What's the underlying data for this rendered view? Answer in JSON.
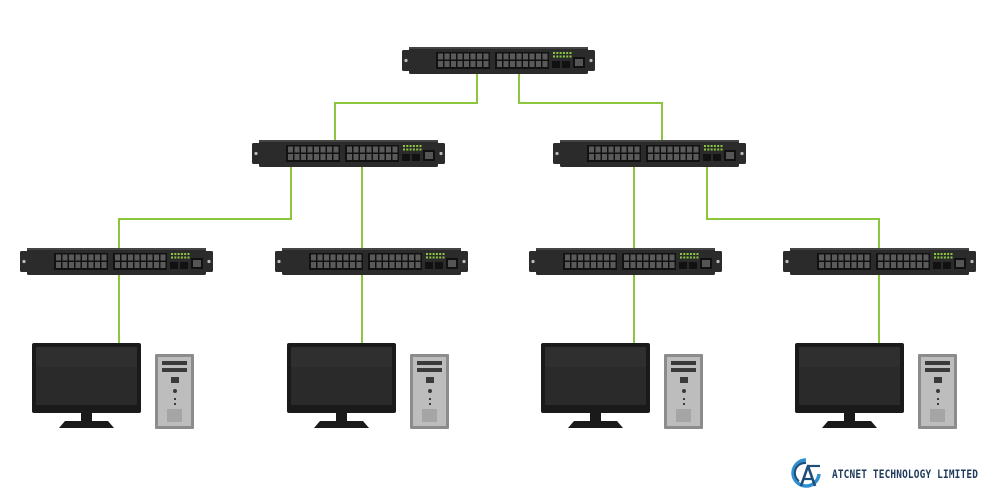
{
  "diagram": {
    "type": "network-topology",
    "link_color": "#8cc63f",
    "device_color": "#2b2b2b",
    "led_color": "#8cc63f",
    "nodes": [
      {
        "id": "core-switch",
        "kind": "switch",
        "tier": 0
      },
      {
        "id": "agg-switch-left",
        "kind": "switch",
        "tier": 1
      },
      {
        "id": "agg-switch-right",
        "kind": "switch",
        "tier": 1
      },
      {
        "id": "access-switch-1",
        "kind": "switch",
        "tier": 2
      },
      {
        "id": "access-switch-2",
        "kind": "switch",
        "tier": 2
      },
      {
        "id": "access-switch-3",
        "kind": "switch",
        "tier": 2
      },
      {
        "id": "access-switch-4",
        "kind": "switch",
        "tier": 2
      },
      {
        "id": "pc-1",
        "kind": "computer",
        "tier": 3
      },
      {
        "id": "pc-2",
        "kind": "computer",
        "tier": 3
      },
      {
        "id": "pc-3",
        "kind": "computer",
        "tier": 3
      },
      {
        "id": "pc-4",
        "kind": "computer",
        "tier": 3
      }
    ],
    "links": [
      {
        "from": "core-switch",
        "to": "agg-switch-left"
      },
      {
        "from": "core-switch",
        "to": "agg-switch-right"
      },
      {
        "from": "agg-switch-left",
        "to": "access-switch-1"
      },
      {
        "from": "agg-switch-left",
        "to": "access-switch-2"
      },
      {
        "from": "agg-switch-right",
        "to": "access-switch-3"
      },
      {
        "from": "agg-switch-right",
        "to": "access-switch-4"
      },
      {
        "from": "access-switch-1",
        "to": "pc-1"
      },
      {
        "from": "access-switch-2",
        "to": "pc-2"
      },
      {
        "from": "access-switch-3",
        "to": "pc-3"
      },
      {
        "from": "access-switch-4",
        "to": "pc-4"
      }
    ]
  },
  "brand": {
    "name": "ATCNET TECHNOLOGY LIMITED",
    "logo_icon": "atcnet-logo-icon",
    "primary_color": "#1f4e79",
    "accent_color": "#2f8fd0"
  }
}
